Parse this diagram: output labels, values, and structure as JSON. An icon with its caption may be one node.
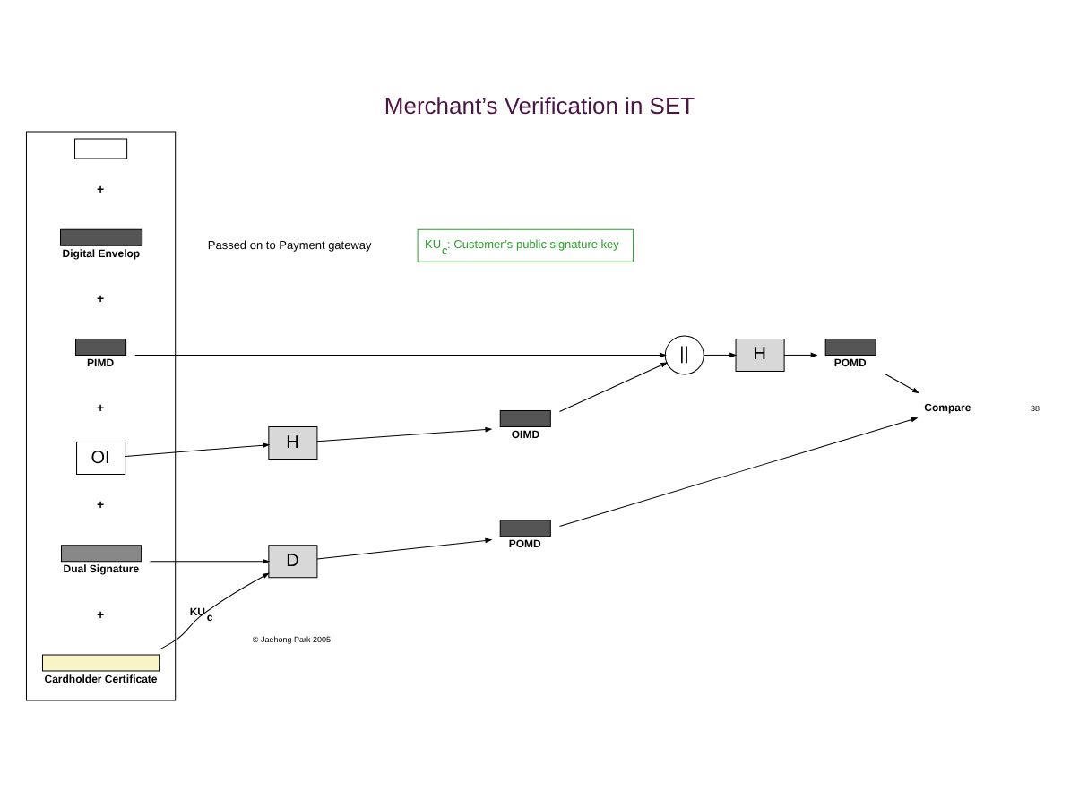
{
  "diagram": {
    "title": "Merchant’s Verification in SET",
    "nodes": [
      {
        "text": [],
        "shape": "box"
      },
      {
        "text": [],
        "shape": "box",
        "in": 0
      },
      {
        "text": [
          "Digital Envelop"
        ],
        "in": 0
      },
      {
        "text": [
          "PIMD"
        ],
        "in": 0
      },
      {
        "text": [
          "OI"
        ],
        "in": 0
      },
      {
        "text": [
          "Dual Signature"
        ],
        "in": 0
      },
      {
        "text": [
          "Cardholder Certificate"
        ],
        "in": 0
      },
      {
        "text": [
          "||"
        ]
      },
      {
        "text": [
          "H"
        ]
      },
      {
        "text": [
          "POMD"
        ]
      },
      {
        "text": [
          "H"
        ]
      },
      {
        "text": [
          "OIMD"
        ]
      },
      {
        "text": [
          "D"
        ]
      },
      {
        "text": [
          "POMD"
        ]
      },
      {
        "text": [
          "Compare"
        ]
      }
    ],
    "edges": [
      {
        "from": 3,
        "to": 7,
        "arrow": "to"
      },
      {
        "from": 7,
        "to": 10,
        "arrow": "to"
      },
      {
        "from": 10,
        "to": 9,
        "arrow": "to"
      },
      {
        "from": 4,
        "to": 8,
        "arrow": "to"
      },
      {
        "from": 8,
        "to": 11,
        "arrow": "to"
      },
      {
        "from": 11,
        "to": 7,
        "arrow": "to"
      },
      {
        "from": 5,
        "to": 12,
        "arrow": "to"
      },
      {
        "from": 6,
        "to": 12,
        "arrow": "to",
        "label": "KU$_{c}$"
      },
      {
        "from": 12,
        "to": 13,
        "arrow": "to"
      },
      {
        "from": 9,
        "to": 14,
        "arrow": "to"
      },
      {
        "from": 13,
        "to": 14,
        "arrow": "to"
      }
    ],
    "labels": [
      "KU$_{c}$: Customer’s public signature key",
      "+",
      "Passed on to Payment gateway",
      "+",
      "+",
      "+",
      "+",
      "© Jaehong Park 2005",
      "38"
    ]
  }
}
